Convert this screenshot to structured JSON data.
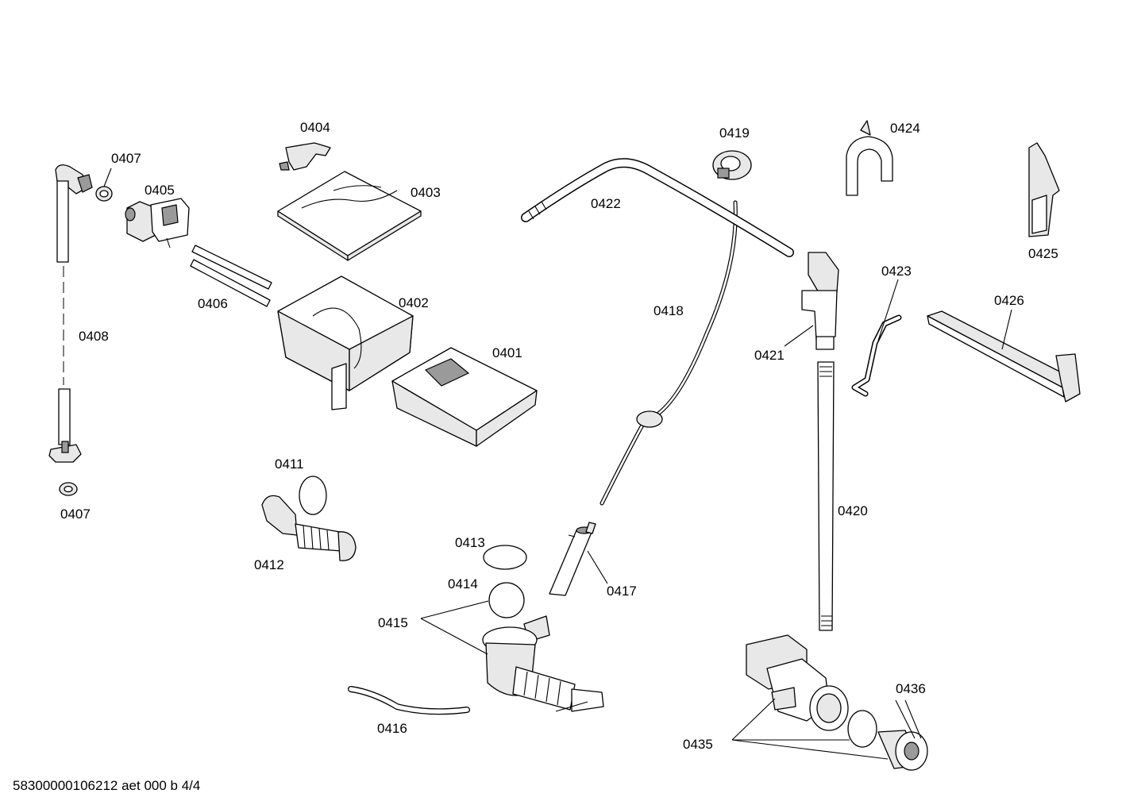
{
  "labels": {
    "p0401": "0401",
    "p0402": "0402",
    "p0403": "0403",
    "p0404": "0404",
    "p0405": "0405",
    "p0406": "0406",
    "p0407a": "0407",
    "p0407b": "0407",
    "p0408": "0408",
    "p0411": "0411",
    "p0412": "0412",
    "p0413": "0413",
    "p0414": "0414",
    "p0415": "0415",
    "p0416": "0416",
    "p0417": "0417",
    "p0418": "0418",
    "p0419": "0419",
    "p0420": "0420",
    "p0421": "0421",
    "p0422": "0422",
    "p0423": "0423",
    "p0424": "0424",
    "p0425": "0425",
    "p0426": "0426",
    "p0435": "0435",
    "p0436": "0436"
  },
  "footer": "58300000106212 aet 000 b 4/4"
}
